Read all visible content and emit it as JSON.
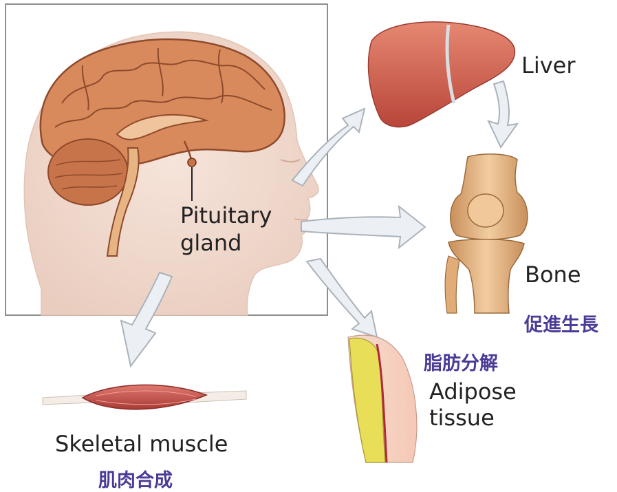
{
  "labels": {
    "pituitary_line1": "Pituitary",
    "pituitary_line2": "gland",
    "liver": "Liver",
    "bone": "Bone",
    "adipose_line1": "Adipose",
    "adipose_line2": "tissue",
    "muscle": "Skeletal muscle"
  },
  "annotations": {
    "bone_zh": "促進生長",
    "adipose_zh": "脂肪分解",
    "muscle_zh": "肌肉合成"
  },
  "colors": {
    "annotation": "#4b3a96",
    "arrow_fill": "#eceff3",
    "arrow_stroke": "#aab2bc",
    "brain": "#d98a5c",
    "liver": "#cf5a4b",
    "bone": "#e3b07c",
    "fat": "#e8de58",
    "muscle": "#c9504a"
  }
}
